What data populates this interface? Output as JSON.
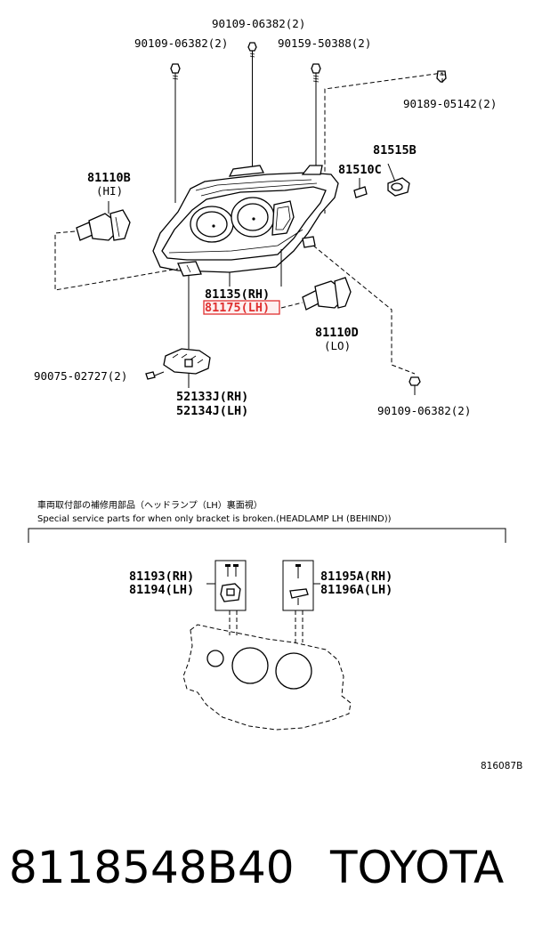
{
  "labels": {
    "p_90109_top": "90109-06382(2)",
    "p_90109_left": "90109-06382(2)",
    "p_90159": "90159-50388(2)",
    "p_90189": "90189-05142(2)",
    "p_81515b": "81515B",
    "p_81510c": "81510C",
    "p_81110b": "81110B",
    "p_81110b_sub": "(HI)",
    "p_81135": "81135(RH)",
    "p_81175": "81175(LH)",
    "p_81110d": "81110D",
    "p_81110d_sub": "(LO)",
    "p_90075": "90075-02727(2)",
    "p_52133j": "52133J(RH)",
    "p_52134j": "52134J(LH)",
    "p_90109_bottom": "90109-06382(2)",
    "note_jp": "車両取付部の補修用部品（ヘッドランプ（LH）裏面視）",
    "note_en": "Special service parts for when only bracket is broken.(HEADLAMP LH (BEHIND))",
    "p_81193": "81193(RH)",
    "p_81194": "81194(LH)",
    "p_81195a": "81195A(RH)",
    "p_81196a": "81196A(LH)",
    "diagram_code": "816087B"
  },
  "footer": {
    "part_number": "8118548B40",
    "brand": "TOYOTA"
  },
  "colors": {
    "highlight": "#e03030"
  }
}
